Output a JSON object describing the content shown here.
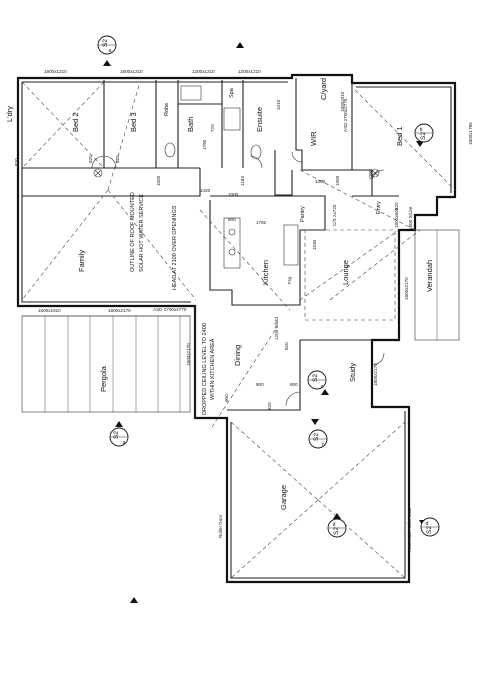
{
  "rooms": {
    "laundry": "L'dry",
    "bed2": "Bed 2",
    "bed3": "Bed 3",
    "robe": "Robe",
    "bath": "Bath",
    "spa": "Spa",
    "ensuite": "Ensuite",
    "cyard": "C/yard",
    "wir": "WIR",
    "bed1": "Bed 1",
    "family": "Family",
    "kitchen": "Kitchen",
    "pantry": "Pantry",
    "fridge": "Frg",
    "lounge": "Lounge",
    "entry": "Entry",
    "verandah": "Verandah",
    "pergola": "Pergola",
    "dining": "Dining",
    "study": "Study",
    "garage": "Garage"
  },
  "notes": {
    "solar_line1": "OUTLINE OF ROOF MOUNTED",
    "solar_line2": "SOLAR HOT WATER SERVICE",
    "head_height": "HEAD AT 2100 OVER OPENINGS",
    "ceiling_line1": "DROPPED CEILING LEVEL TO 2400",
    "ceiling_line2": "WITHIN KITCHEN AREA",
    "roller_door_left": "Roller Door",
    "roller_door_right": "Automatic Roller Door",
    "bifold": "1200 Bifold",
    "sliding": "1800 S/Lite",
    "asd_cyard": "ASD 2700x2770",
    "asd_bed1": "1800x1765",
    "asd_pergola": "ASD 2700x2770",
    "cs": "C/S 2x720"
  },
  "dimensions": {
    "top1": "1800x1210",
    "top2": "1800x1210",
    "top3": "1200x1210",
    "top4": "1200x1210",
    "cyard_win": "1800x910",
    "d1010": "1010",
    "d820_a": "820",
    "d820_b": "820",
    "d820_c": "820",
    "d820_d": "820",
    "d820_e": "820",
    "d820_f": "820",
    "d720": "720",
    "d1420": "1420",
    "d1000_a": "1000",
    "d1000_b": "1000",
    "d1000_c": "1000",
    "d1183": "1183",
    "d1782": "1782",
    "d900_a": "900",
    "d900_b": "900",
    "d900_c": "900",
    "d900_d": "900",
    "d1530": "1530",
    "d1090": "1090",
    "pergola_top1": "1800x1810",
    "pergola_top2": "1800x2170",
    "lounge_win": "1800x2170",
    "dining_win": "1800x2170",
    "study_win": "1800x2170",
    "entry_win": "1800x600",
    "d1790": "1790",
    "d1009": "1009"
  },
  "section_marks": {
    "s2": "S2",
    "a": "a",
    "b": "b",
    "c": "c",
    "d": "d"
  }
}
